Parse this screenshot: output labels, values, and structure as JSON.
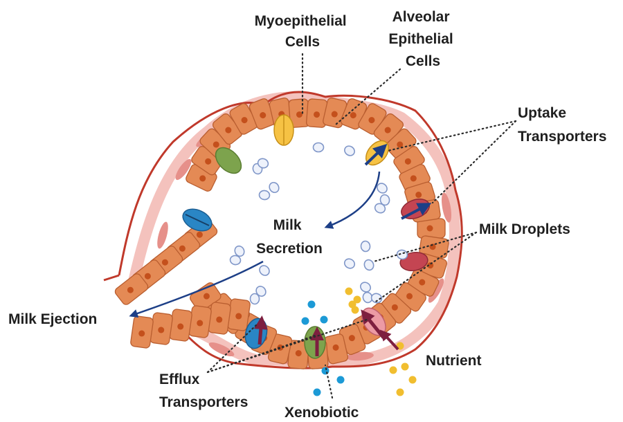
{
  "labels": {
    "myoepithelial": [
      "Myoepithelial",
      "Cells"
    ],
    "alveolar": [
      "Alveolar",
      "Epithelial",
      "Cells"
    ],
    "uptake": [
      "Uptake",
      "Transporters"
    ],
    "milk_droplets": "Milk Droplets",
    "milk_secretion": [
      "Milk",
      "Secretion"
    ],
    "milk_ejection": "Milk Ejection",
    "efflux": [
      "Efflux",
      "Transporters"
    ],
    "xenobiotic": "Xenobiotic",
    "nutrient": "Nutrient"
  },
  "colors": {
    "cell_fill": "#e48a55",
    "cell_stroke": "#b95e30",
    "nucleus": "#c4501c",
    "myo_band": "#f4c2bd",
    "myo_cell": "#e6908a",
    "basement": "#c0392b",
    "droplet_fill": "#eef2fb",
    "droplet_stroke": "#7f96c8",
    "arrow_blue": "#1d3f87",
    "arrow_maroon": "#7d1f3f",
    "transporter_yellow": "#f6c244",
    "transporter_green": "#7da34d",
    "transporter_blue": "#2a86c5",
    "transporter_red": "#c44552",
    "transporter_pink": "#ec9aa4",
    "xenobiotic_dot": "#1c9ad6",
    "nutrient_dot": "#f1be2f"
  },
  "icons": [
    "myoepithelial-cell",
    "epithelial-cell",
    "milk-droplet",
    "transporter",
    "xenobiotic-dot",
    "nutrient-dot"
  ]
}
